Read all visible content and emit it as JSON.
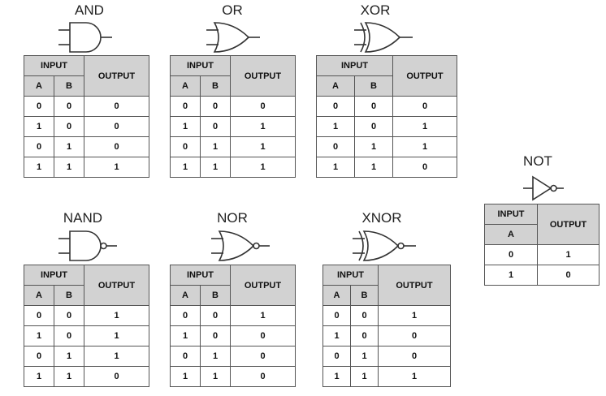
{
  "gates": [
    {
      "name": "AND",
      "input_label": "INPUT",
      "output_label": "OUTPUT",
      "columns": [
        "A",
        "B"
      ],
      "rows": [
        [
          "0",
          "0",
          "0"
        ],
        [
          "1",
          "0",
          "0"
        ],
        [
          "0",
          "1",
          "0"
        ],
        [
          "1",
          "1",
          "1"
        ]
      ],
      "symbol": "and-gate-icon"
    },
    {
      "name": "OR",
      "input_label": "INPUT",
      "output_label": "OUTPUT",
      "columns": [
        "A",
        "B"
      ],
      "rows": [
        [
          "0",
          "0",
          "0"
        ],
        [
          "1",
          "0",
          "1"
        ],
        [
          "0",
          "1",
          "1"
        ],
        [
          "1",
          "1",
          "1"
        ]
      ],
      "symbol": "or-gate-icon"
    },
    {
      "name": "XOR",
      "input_label": "INPUT",
      "output_label": "OUTPUT",
      "columns": [
        "A",
        "B"
      ],
      "rows": [
        [
          "0",
          "0",
          "0"
        ],
        [
          "1",
          "0",
          "1"
        ],
        [
          "0",
          "1",
          "1"
        ],
        [
          "1",
          "1",
          "0"
        ]
      ],
      "symbol": "xor-gate-icon"
    },
    {
      "name": "NAND",
      "input_label": "INPUT",
      "output_label": "OUTPUT",
      "columns": [
        "A",
        "B"
      ],
      "rows": [
        [
          "0",
          "0",
          "1"
        ],
        [
          "1",
          "0",
          "1"
        ],
        [
          "0",
          "1",
          "1"
        ],
        [
          "1",
          "1",
          "0"
        ]
      ],
      "symbol": "nand-gate-icon"
    },
    {
      "name": "NOR",
      "input_label": "INPUT",
      "output_label": "OUTPUT",
      "columns": [
        "A",
        "B"
      ],
      "rows": [
        [
          "0",
          "0",
          "1"
        ],
        [
          "1",
          "0",
          "0"
        ],
        [
          "0",
          "1",
          "0"
        ],
        [
          "1",
          "1",
          "0"
        ]
      ],
      "symbol": "nor-gate-icon"
    },
    {
      "name": "XNOR",
      "input_label": "INPUT",
      "output_label": "OUTPUT",
      "columns": [
        "A",
        "B"
      ],
      "rows": [
        [
          "0",
          "0",
          "1"
        ],
        [
          "1",
          "0",
          "0"
        ],
        [
          "0",
          "1",
          "0"
        ],
        [
          "1",
          "1",
          "1"
        ]
      ],
      "symbol": "xnor-gate-icon"
    },
    {
      "name": "NOT",
      "input_label": "INPUT",
      "output_label": "OUTPUT",
      "columns": [
        "A"
      ],
      "rows": [
        [
          "0",
          "1"
        ],
        [
          "1",
          "0"
        ]
      ],
      "symbol": "not-gate-icon"
    }
  ],
  "colors": {
    "header_bg": "#d2d2d2",
    "border": "#555555",
    "line": "#333333"
  }
}
